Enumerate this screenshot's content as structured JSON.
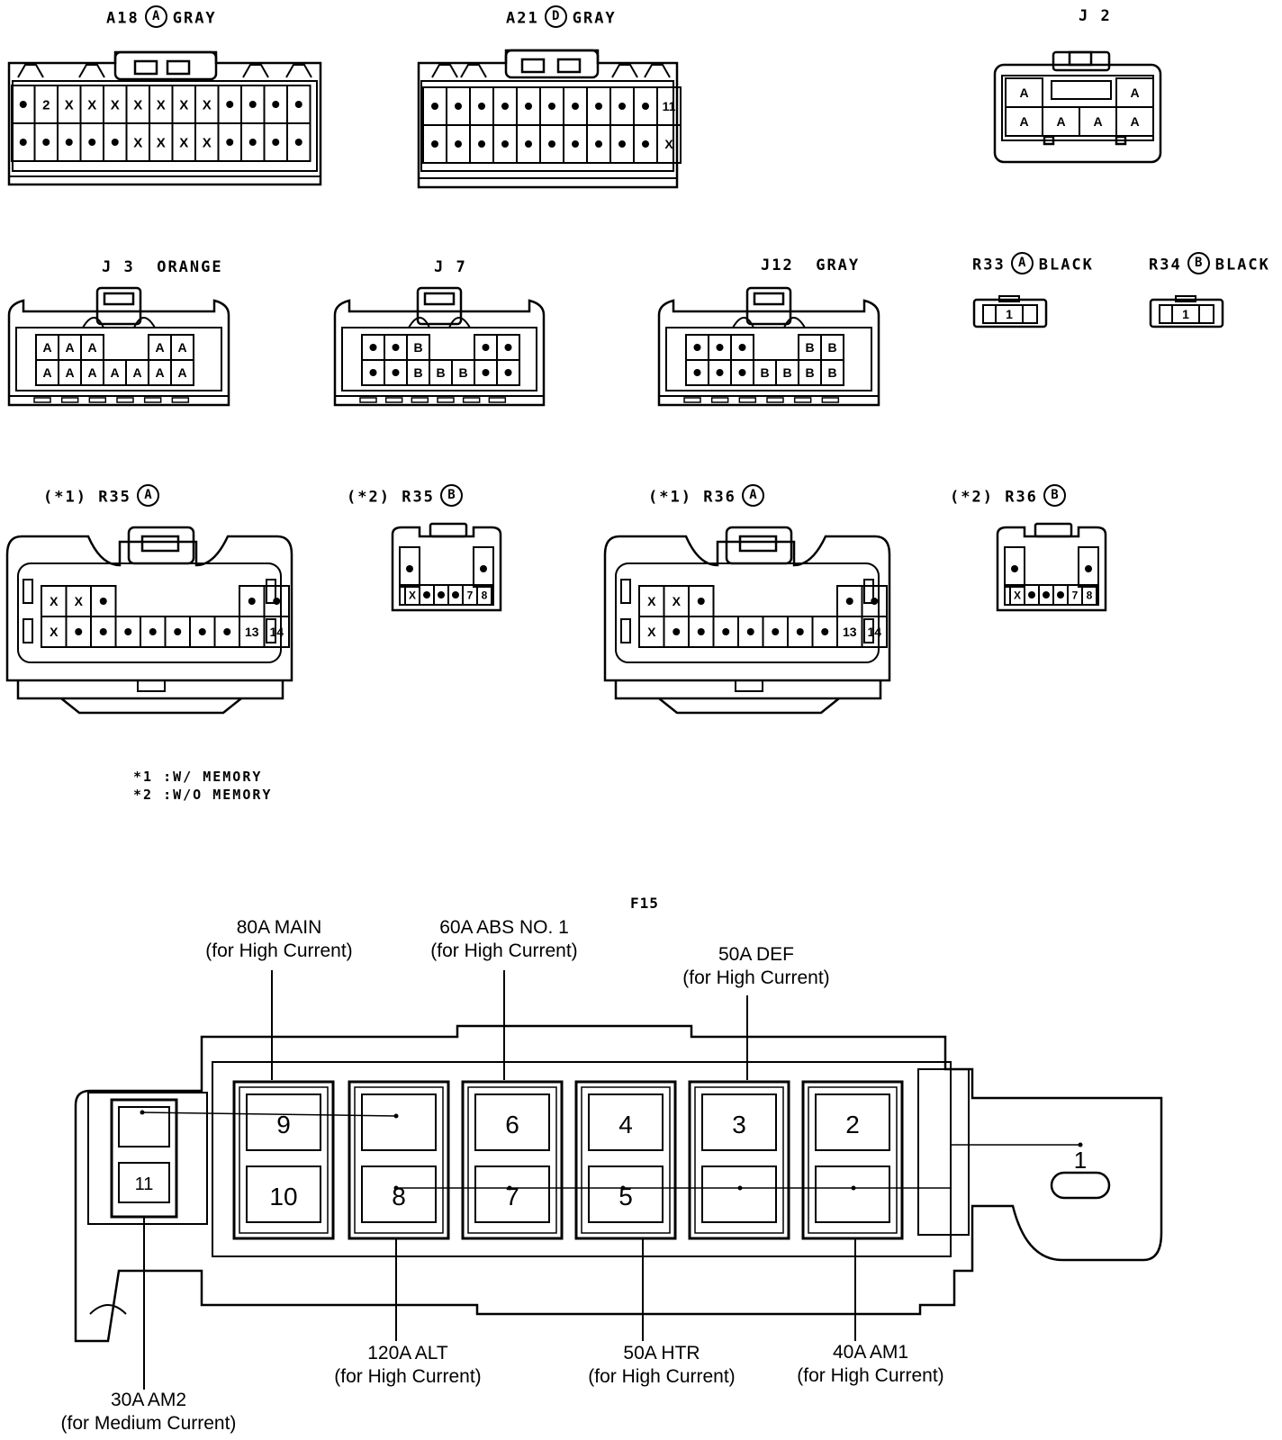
{
  "connectors": [
    {
      "id": "a18",
      "code": "A18",
      "mark": "A",
      "color": "GRAY"
    },
    {
      "id": "a21",
      "code": "A21",
      "mark": "D",
      "color": "GRAY"
    },
    {
      "id": "j2",
      "code": "J 2"
    },
    {
      "id": "j3",
      "code": "J 3",
      "color": "ORANGE"
    },
    {
      "id": "j7",
      "code": "J 7"
    },
    {
      "id": "j12",
      "code": "J12",
      "color": "GRAY"
    },
    {
      "id": "r33",
      "code": "R33",
      "mark": "A",
      "color": "BLACK"
    },
    {
      "id": "r34",
      "code": "R34",
      "mark": "B",
      "color": "BLACK"
    },
    {
      "id": "r35a",
      "prefix": "(*1)",
      "code": "R35",
      "mark": "A"
    },
    {
      "id": "r35b",
      "prefix": "(*2)",
      "code": "R35",
      "mark": "B"
    },
    {
      "id": "r36a",
      "prefix": "(*1)",
      "code": "R36",
      "mark": "A"
    },
    {
      "id": "r36b",
      "prefix": "(*2)",
      "code": "R36",
      "mark": "B"
    }
  ],
  "pins": {
    "a18": [
      [
        "•",
        "2",
        "X",
        "X",
        "X",
        "X",
        "X",
        "X",
        "X",
        "•",
        "•",
        "•",
        "•"
      ],
      [
        "•",
        "•",
        "•",
        "•",
        "•",
        "X",
        "X",
        "X",
        "X",
        "•",
        "•",
        "•",
        "•"
      ]
    ],
    "a21": [
      [
        "•",
        "•",
        "•",
        "•",
        "•",
        "•",
        "•",
        "•",
        "•",
        "•",
        "11"
      ],
      [
        "•",
        "•",
        "•",
        "•",
        "•",
        "•",
        "•",
        "•",
        "•",
        "•",
        "X"
      ]
    ],
    "j2": [
      [
        "A",
        "",
        "",
        "A"
      ],
      [
        "A",
        "A",
        "A",
        "A"
      ]
    ],
    "j3": [
      [
        "A",
        "A",
        "A",
        "",
        "",
        "A",
        "A"
      ],
      [
        "A",
        "A",
        "A",
        "A",
        "A",
        "A",
        "A"
      ]
    ],
    "j7": [
      [
        "•",
        "•",
        "B",
        "",
        "",
        "•",
        "•"
      ],
      [
        "•",
        "•",
        "B",
        "B",
        "B",
        "•",
        "•"
      ]
    ],
    "j12": [
      [
        "•",
        "•",
        "•",
        "",
        "",
        "B",
        "B"
      ],
      [
        "•",
        "•",
        "•",
        "B",
        "B",
        "B",
        "B"
      ]
    ],
    "r33": [
      [
        "1"
      ]
    ],
    "r34": [
      [
        "1"
      ]
    ],
    "r35a": [
      [
        "X",
        "X",
        "•",
        "",
        "",
        "",
        "",
        "",
        "•",
        "•"
      ],
      [
        "X",
        "•",
        "•",
        "•",
        "•",
        "•",
        "•",
        "•",
        "13",
        "14"
      ]
    ],
    "r35b": [
      [
        "X",
        "•",
        "•",
        "•",
        "7",
        "8"
      ]
    ],
    "r36a": [
      [
        "X",
        "X",
        "•",
        "",
        "",
        "",
        "",
        "",
        "•",
        "•"
      ],
      [
        "X",
        "•",
        "•",
        "•",
        "•",
        "•",
        "•",
        "•",
        "13",
        "14"
      ]
    ],
    "r36b": [
      [
        "X",
        "•",
        "•",
        "•",
        "7",
        "8"
      ]
    ]
  },
  "notes": [
    "*1 :W/ MEMORY",
    "*2 :W/O MEMORY"
  ],
  "fuse_box": {
    "code": "F15",
    "slots": [
      "1",
      "2",
      "3",
      "4",
      "5",
      "6",
      "7",
      "8",
      "9",
      "10",
      "11"
    ],
    "labels": {
      "main": {
        "name": "80A MAIN",
        "desc": "(for High Current)"
      },
      "abs": {
        "name": "60A ABS NO. 1",
        "desc": "(for High Current)"
      },
      "def": {
        "name": "50A DEF",
        "desc": "(for High Current)"
      },
      "alt": {
        "name": "120A ALT",
        "desc": "(for High Current)"
      },
      "htr": {
        "name": "50A HTR",
        "desc": "(for High Current)"
      },
      "am1": {
        "name": "40A AM1",
        "desc": "(for High Current)"
      },
      "am2": {
        "name": "30A AM2",
        "desc": "(for Medium Current)"
      }
    }
  }
}
